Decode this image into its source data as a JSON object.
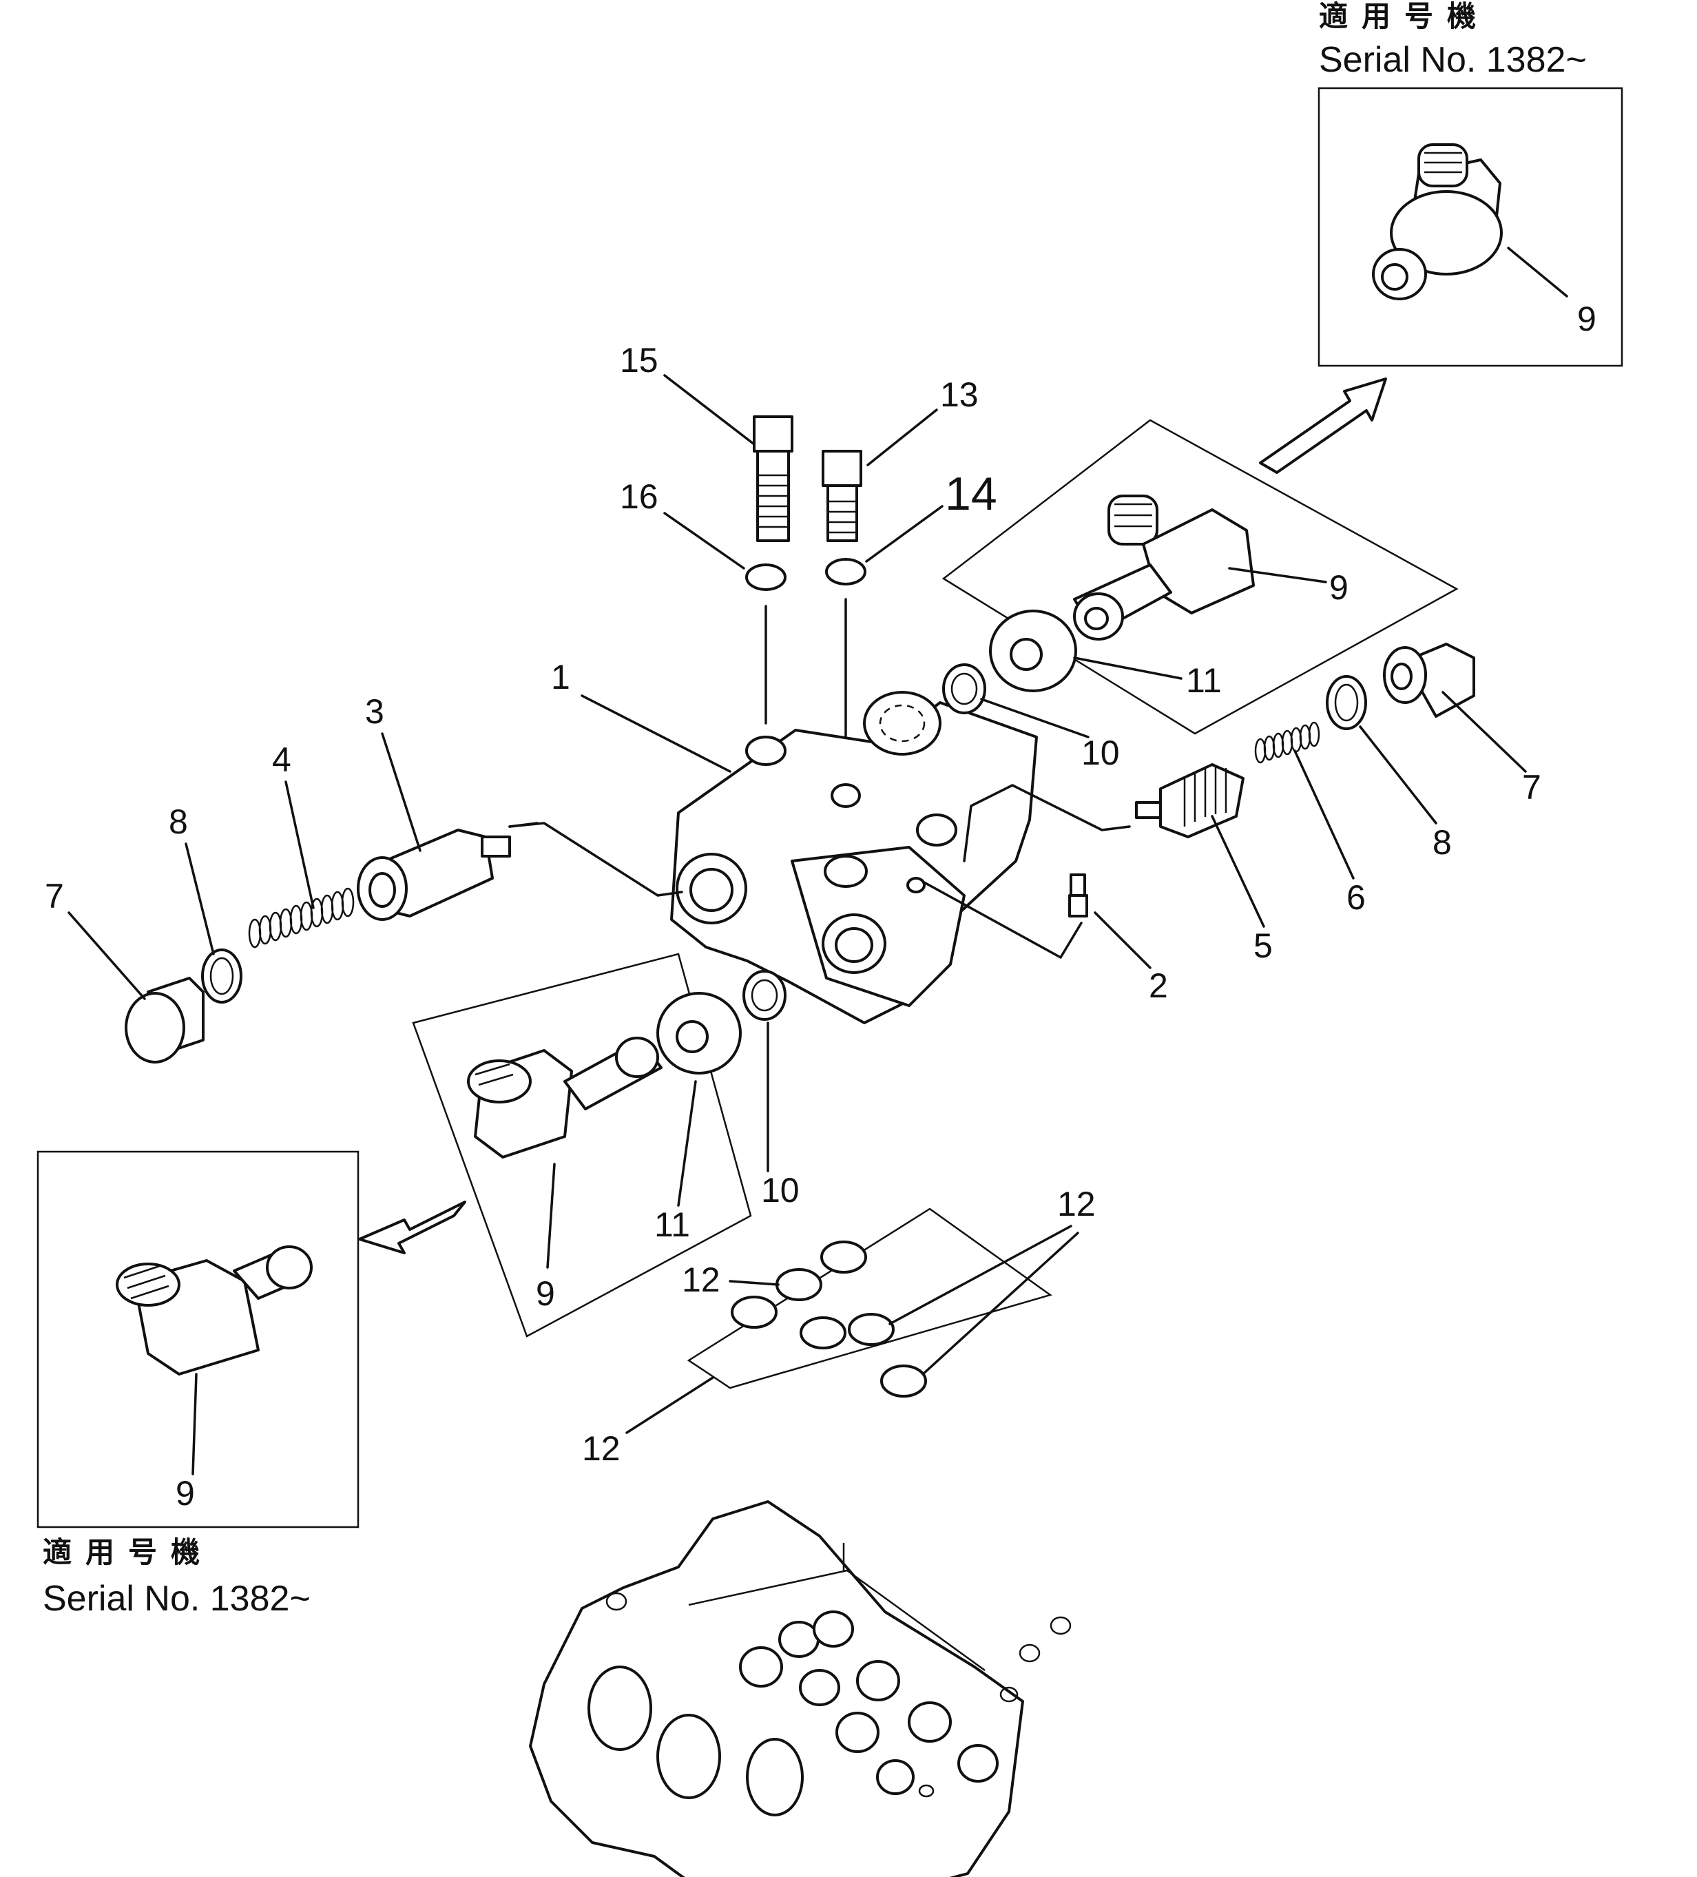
{
  "callouts": {
    "c1": "1",
    "c2": "2",
    "c3": "3",
    "c4": "4",
    "c5": "5",
    "c6": "6",
    "c7": "7",
    "c8": "8",
    "c9": "9",
    "c10": "10",
    "c11": "11",
    "c12": "12",
    "c13": "13",
    "c14": "14",
    "c15": "15",
    "c16": "16"
  },
  "notes": {
    "top_right": {
      "applicable": "適用号機",
      "serial": "Serial No. 1382~"
    },
    "bottom_left": {
      "applicable": "適用号機",
      "serial": "Serial No. 1382~"
    }
  }
}
